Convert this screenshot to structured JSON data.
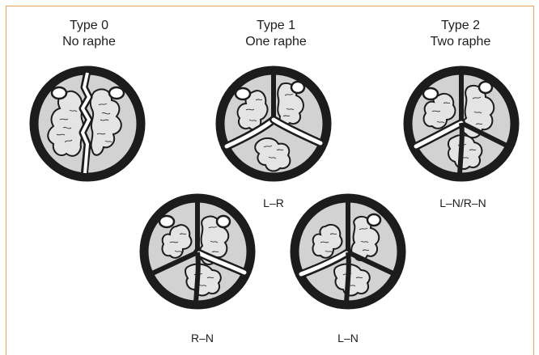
{
  "types": [
    {
      "key": "type0",
      "heading": "Type 0",
      "subheading": "No raphe"
    },
    {
      "key": "type1",
      "heading": "Type 1",
      "subheading": "One raphe"
    },
    {
      "key": "type2",
      "heading": "Type 2",
      "subheading": "Two raphe"
    }
  ],
  "captions": {
    "lr": "L–R",
    "lnrn": "L–N/R–N",
    "rn": "R–N",
    "ln": "L–N"
  },
  "colors": {
    "ring": "#1c1c1c",
    "disc": "#d2d2d2",
    "border": "#e8a25c",
    "calcification": "#ffffff"
  }
}
